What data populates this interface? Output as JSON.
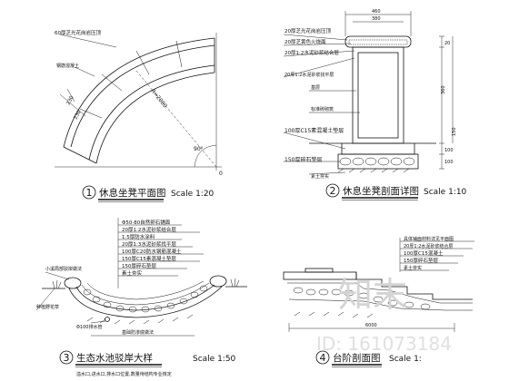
{
  "panel1": {
    "number": "1",
    "title": "休息坐凳平面图",
    "scale": "Scale 1:20",
    "labels": {
      "top_callout": "60厚芝光花岗岩压顶",
      "side_callout": "钢筋混凝土",
      "dim_left": "230",
      "dim_left2": "230",
      "radius": "R=2000",
      "angle": "90°",
      "origin": "0"
    }
  },
  "panel2": {
    "number": "2",
    "title": "休息坐凳剖面详图",
    "scale": "Scale 1:10",
    "labels": {
      "dim_top": "460",
      "dim_top_inner": "380",
      "l1": "20厚芝光花岗岩压顶",
      "l2": "20厚芝黄色火烧面",
      "l3": "20厚1:2水泥砂浆结合层",
      "l4": "20厚1:2水泥砂浆找平层",
      "l5": "基层",
      "l6": "标准砖砌筑",
      "l7": "100厚C15素混凝土垫层",
      "l8": "150厚碎石垫层",
      "l9": "素土夯实",
      "d1": "20",
      "d2": "360",
      "d3": "100",
      "d4": "100",
      "d5": "150"
    }
  },
  "panel3": {
    "number": "3",
    "title": "生态水池驳岸大样",
    "scale": "Scale 1:50",
    "labels": {
      "l1": "Φ50-80自然卵石铺面",
      "l2": "20厚1:2水泥砂浆结合层",
      "l3": "1.5厚防水涂料",
      "l4": "20厚1:3水泥砂浆找平层",
      "l5": "100厚C20防水钢筋混凝土",
      "l6": "150厚C15素混凝土垫层",
      "l7": "150厚碎石垫层",
      "l8": "素土夯实",
      "left1": "小溪局部驳岸做法",
      "left2": "种植野花草",
      "bottom1": "Φ100排水管",
      "bottom2": "基础防渗底做法",
      "note": "溢水口,进水口,排水口位置,数量待结构专业核定"
    }
  },
  "panel4": {
    "number": "4",
    "title": "台阶剖面图",
    "scale": "Scale 1:",
    "labels": {
      "l1": "具体铺面材料详见平面图",
      "l2": "20厚1:2水泥砂浆结合层",
      "l3": "100厚C15混凝土",
      "l4": "150厚碎石垫层",
      "l5": "素土夯实",
      "dim": "6000"
    }
  },
  "watermark": {
    "brand": "知末",
    "id": "ID: 161073184"
  }
}
